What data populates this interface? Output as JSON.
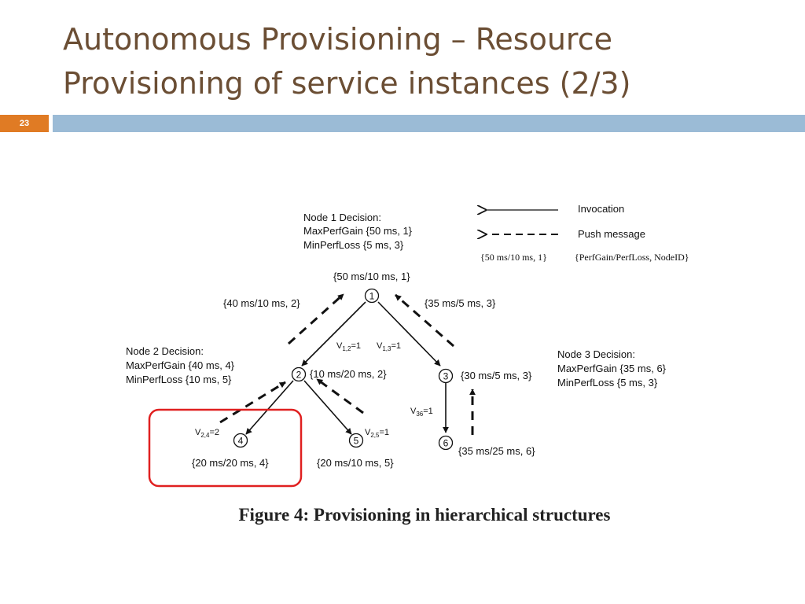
{
  "slide": {
    "title_line1": "Autonomous Provisioning – Resource",
    "title_line2": "Provisioning of service instances (2/3)",
    "number": "23"
  },
  "colors": {
    "title": "#6b4e34",
    "bar": "#9bbbd6",
    "number_badge": "#e07b24",
    "highlight": "#e02020"
  },
  "legend": {
    "invocation": "Invocation",
    "push_message": "Push message",
    "format_example": "{50 ms/10 ms, 1}",
    "format_desc": "{PerfGain/PerfLoss, NodeID}"
  },
  "node1_decision": {
    "title": "Node 1 Decision:",
    "gain": "MaxPerfGain  {50 ms, 1}",
    "loss": "MinPerfLoss  {5 ms, 3}"
  },
  "node2_decision": {
    "title": "Node 2 Decision:",
    "gain": "MaxPerfGain {40 ms, 4}",
    "loss": "MinPerfLoss  {10 ms, 5}"
  },
  "node3_decision": {
    "title": "Node 3 Decision:",
    "gain": "MaxPerfGain {35 ms, 6}",
    "loss": "MinPerfLoss  {5 ms, 3}"
  },
  "nodes": [
    {
      "id": "1",
      "label": "{50 ms/10 ms, 1}"
    },
    {
      "id": "2",
      "label": "{10 ms/20 ms, 2}"
    },
    {
      "id": "3",
      "label": "{30 ms/5 ms, 3}"
    },
    {
      "id": "4",
      "label": "{20 ms/20 ms, 4}"
    },
    {
      "id": "5",
      "label": "{20 ms/10 ms, 5}"
    },
    {
      "id": "6",
      "label": "{35 ms/25 ms, 6}"
    }
  ],
  "push_labels": {
    "from_2": "{40 ms/10 ms, 2}",
    "from_3": "{35 ms/5 ms, 3}"
  },
  "edges": {
    "v12": {
      "base": "V",
      "sub": "1,2",
      "val": "=1"
    },
    "v13": {
      "base": "V",
      "sub": "1,3",
      "val": "=1"
    },
    "v24": {
      "base": "V",
      "sub": "2,4",
      "val": "=2"
    },
    "v25": {
      "base": "V",
      "sub": "2,5",
      "val": "=1"
    },
    "v36": {
      "base": "V",
      "sub": "36",
      "val": "=1"
    }
  },
  "caption": "Figure 4:  Provisioning in hierarchical structures"
}
